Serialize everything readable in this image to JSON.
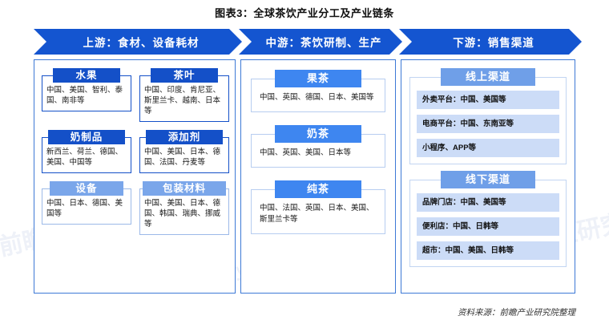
{
  "title": "图表3：全球茶饮产业分工及产业链条",
  "banners": [
    {
      "label": "上游：食材、设备耗材"
    },
    {
      "label": "中游：茶饮研制、生产"
    },
    {
      "label": "下游：销售渠道"
    }
  ],
  "upstream": {
    "cards": [
      {
        "title": "水果",
        "content": "中国、美国、智利、泰国、南非等"
      },
      {
        "title": "茶叶",
        "content": "中国、印度、肯尼亚、斯里兰卡、越南、日本等"
      },
      {
        "title": "奶制品",
        "content": "新西兰、荷兰、德国、美国、中国等"
      },
      {
        "title": "添加剂",
        "content": "中国、美国、日本、德国、法国、丹麦等"
      },
      {
        "title": "设备",
        "content": "中国、日本、德国、美国等"
      },
      {
        "title": "包装材料",
        "content": "中国、美国、日本、德国、韩国、瑞典、挪威等"
      }
    ]
  },
  "midstream": {
    "blocks": [
      {
        "title": "果茶",
        "content": "中国、英国、德国、日本、美国等"
      },
      {
        "title": "奶茶",
        "content": "中国、英国、美国、日本等"
      },
      {
        "title": "纯茶",
        "content": "中国、法国、英国、日本、美国、斯里兰卡等"
      }
    ]
  },
  "downstream": {
    "groups": [
      {
        "title": "线上渠道",
        "items": [
          "外卖平台：中国、美国等",
          "电商平台：中国、东南亚等",
          "小程序、APP等"
        ]
      },
      {
        "title": "线下渠道",
        "items": [
          "品牌门店：中国、美国等",
          "便利店：中国、日韩等",
          "超市：中国、美国、日韩等"
        ]
      }
    ]
  },
  "source": "资料来源：前瞻产业研究院整理",
  "watermark": "前瞻产业研究院",
  "colors": {
    "banner_blue": "#1455d0",
    "chip_strong": "#1450c8",
    "chip_mid": "#3e86f0",
    "chip_soft": "#7aa6ea",
    "group_head": "#6f9fe8",
    "pill_bg": "#ccdcf7",
    "border_blue": "#3d79d6"
  }
}
